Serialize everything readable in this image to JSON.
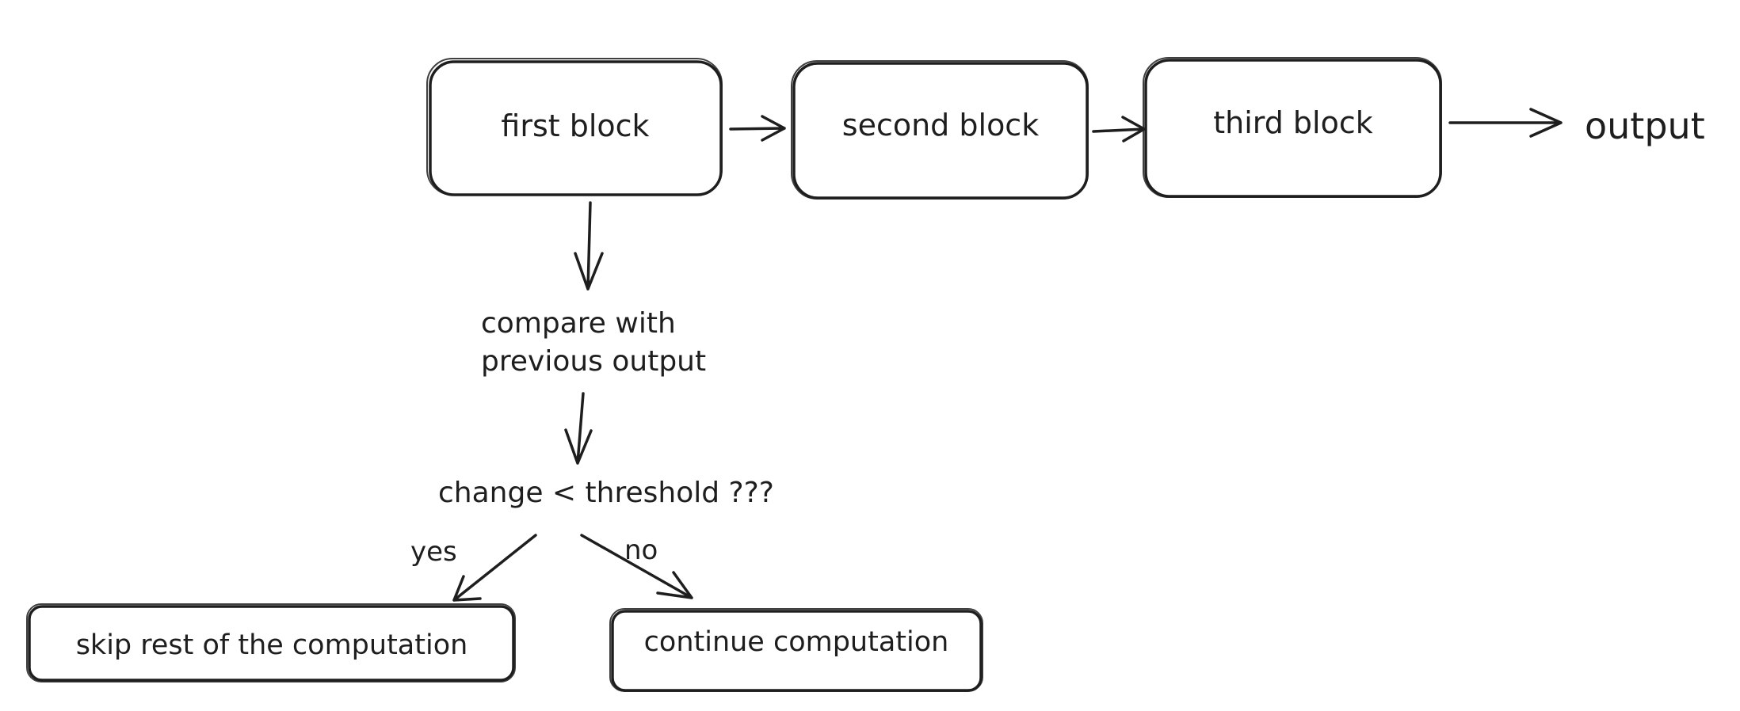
{
  "diagram": {
    "blocks": {
      "first": "first block",
      "second": "second block",
      "third": "third block"
    },
    "output_label": "output",
    "compare_line1": "compare with",
    "compare_line2": "previous output",
    "condition": "change < threshold ???",
    "yes_label": "yes",
    "no_label": "no",
    "skip_box": "skip rest of the computation",
    "continue_box": "continue computation",
    "stroke_color": "#1e1e1e",
    "background_color": "#ffffff"
  }
}
